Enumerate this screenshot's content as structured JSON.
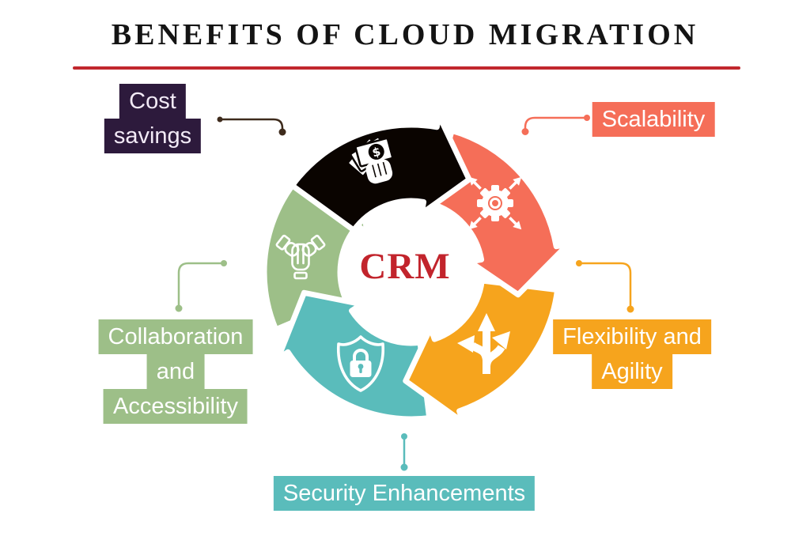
{
  "title": {
    "text": "BENEFITS OF CLOUD MIGRATION",
    "color": "#141414",
    "underline_color": "#c1272d"
  },
  "center": {
    "label": "CRM",
    "color": "#c2242c"
  },
  "benefits": [
    {
      "name": "cost-savings",
      "label": "Cost savings",
      "lines": [
        "Cost",
        "savings"
      ],
      "label_bg": "#2d1a3c",
      "label_text_color": "#f2eaf6",
      "segment_color": "#0a0400",
      "connector_color": "#3e2b1c",
      "icon": "money-in-hand-icon"
    },
    {
      "name": "scalability",
      "label": "Scalability",
      "lines": [
        "Scalability"
      ],
      "label_bg": "#f56e58",
      "label_text_color": "#ffffff",
      "segment_color": "#f56e58",
      "connector_color": "#f56e58",
      "icon": "gear-expand-arrows-icon"
    },
    {
      "name": "flexibility-and-agility",
      "label": "Flexibility and Agility",
      "lines": [
        "Flexibility and",
        "Agility"
      ],
      "label_bg": "#f6a41d",
      "label_text_color": "#ffffff",
      "segment_color": "#f6a41d",
      "connector_color": "#f6a41d",
      "icon": "branching-arrows-icon"
    },
    {
      "name": "security-enhancements",
      "label": "Security Enhancements",
      "lines": [
        "Security Enhancements"
      ],
      "label_bg": "#5abcbb",
      "label_text_color": "#ffffff",
      "segment_color": "#5abcbb",
      "connector_color": "#5abcbb",
      "icon": "shield-lock-icon"
    },
    {
      "name": "collaboration-and-accessibility",
      "label": "Collaboration and Accessibility",
      "lines": [
        "Collaboration",
        "and",
        "Accessibility"
      ],
      "label_bg": "#9dbf88",
      "label_text_color": "#ffffff",
      "segment_color": "#9dbf88",
      "connector_color": "#9dbf88",
      "icon": "hands-together-icon"
    }
  ]
}
